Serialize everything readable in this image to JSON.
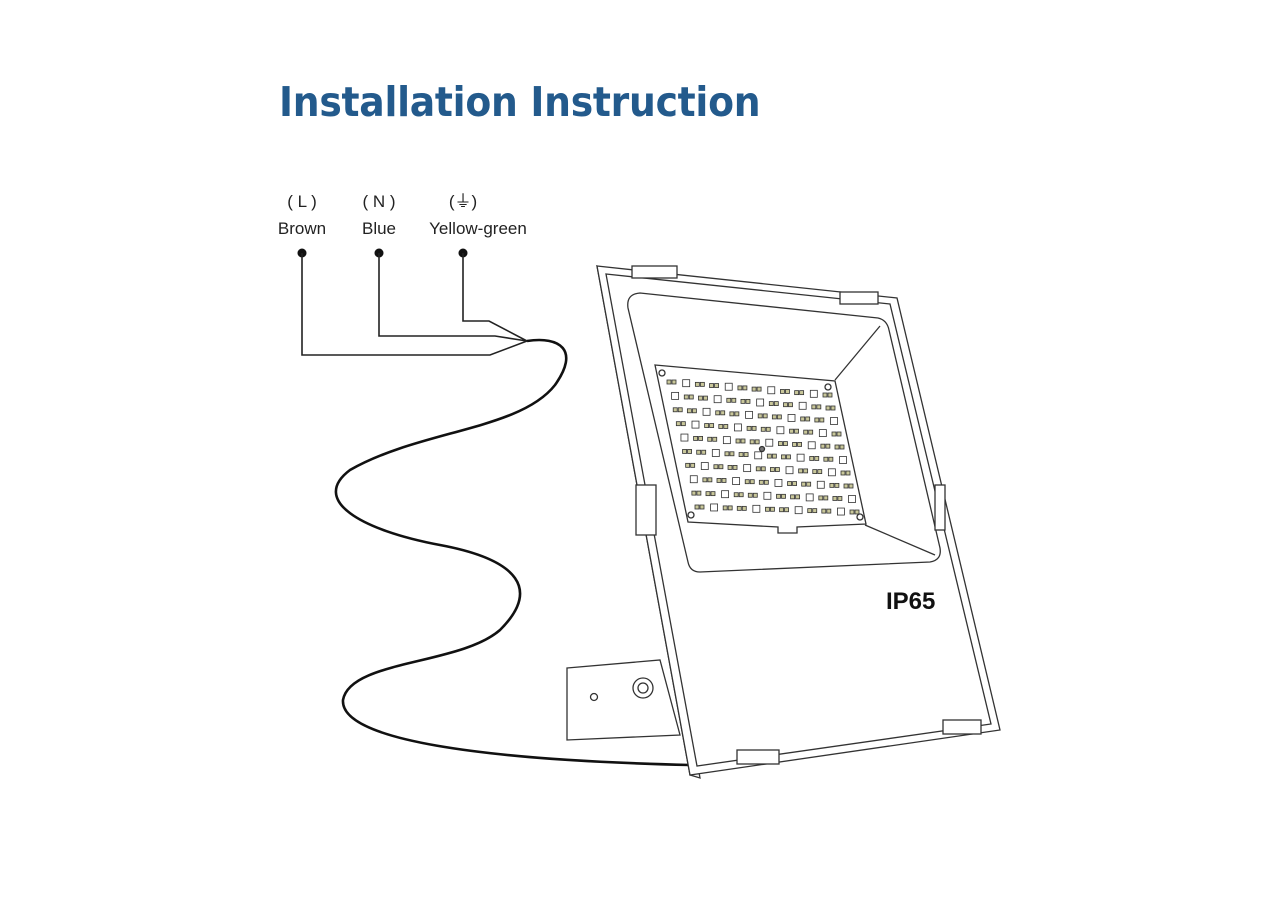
{
  "title": "Installation Instruction",
  "wires": [
    {
      "symbol": "( L )",
      "color_name": "Brown"
    },
    {
      "symbol": "( N )",
      "color_name": "Blue"
    },
    {
      "symbol": "(⏚)",
      "color_name": "Yellow-green"
    }
  ],
  "fixture": {
    "rating": "IP65"
  },
  "colors": {
    "title": "#235a8c",
    "led": "#c9c79a"
  }
}
